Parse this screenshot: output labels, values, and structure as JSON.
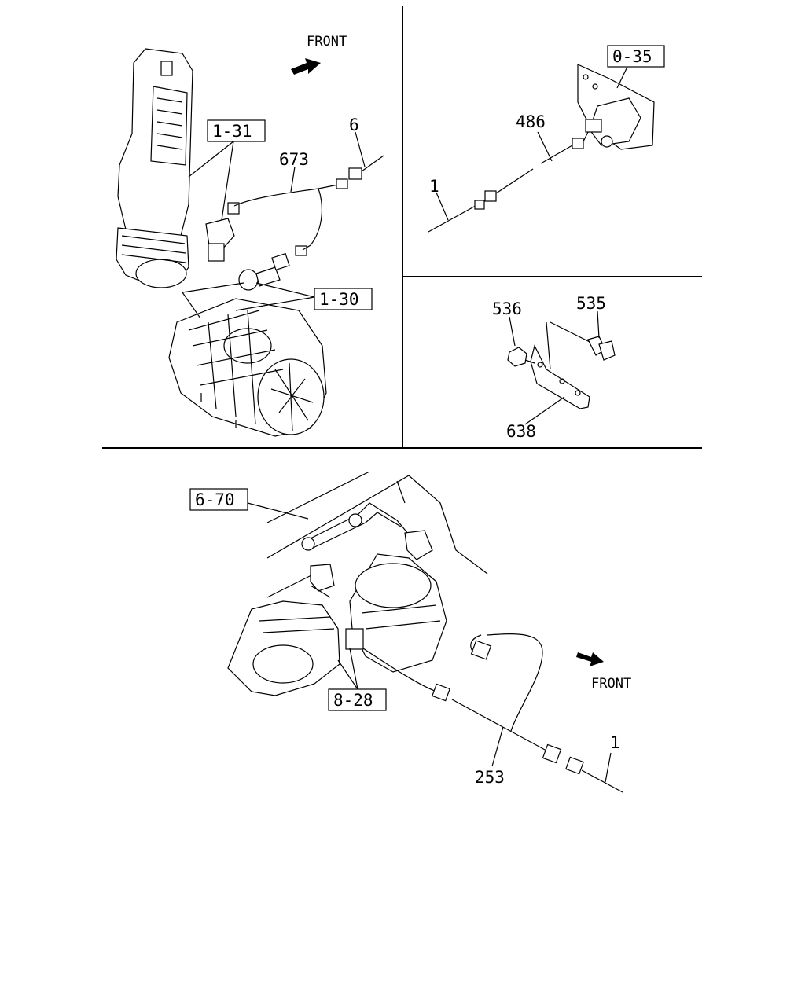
{
  "diagram": {
    "front_label_top": "FRONT",
    "front_label_bottom": "FRONT",
    "boxed_refs": {
      "ref_1_31": "1-31",
      "ref_1_30": "1-30",
      "ref_0_35": "0-35",
      "ref_6_70": "6-70",
      "ref_8_28": "8-28"
    },
    "part_numbers": {
      "p6": "6",
      "p673": "673",
      "p486": "486",
      "p1_top": "1",
      "p536": "536",
      "p535": "535",
      "p638": "638",
      "p253": "253",
      "p1_bottom": "1"
    }
  }
}
